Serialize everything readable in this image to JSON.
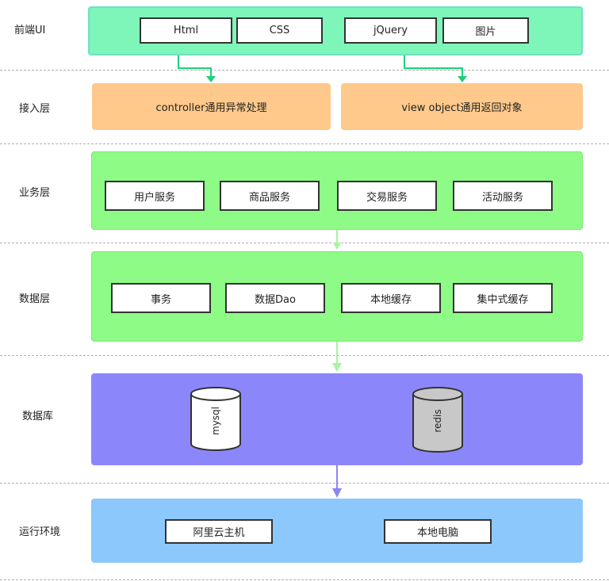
{
  "layers": {
    "frontend": {
      "label": "前端UI",
      "items": [
        "Html",
        "CSS",
        "jQuery",
        "图片"
      ]
    },
    "access": {
      "label": "接入层",
      "items": [
        "controller通用异常处理",
        "view object通用返回对象"
      ]
    },
    "business": {
      "label": "业务层",
      "items": [
        "用户服务",
        "商品服务",
        "交易服务",
        "活动服务"
      ]
    },
    "data": {
      "label": "数据层",
      "items": [
        "事务",
        "数据Dao",
        "本地缓存",
        "集中式缓存"
      ]
    },
    "database": {
      "label": "数据库",
      "items": [
        "mysql",
        "redis"
      ]
    },
    "runtime": {
      "label": "运行环境",
      "items": [
        "阿里云主机",
        "本地电脑"
      ]
    }
  },
  "colors": {
    "frontend_panel": "#7ef5b9",
    "access_panel": "#fec98a",
    "business_panel": "#8dfb86",
    "data_panel": "#8dfb86",
    "database_panel": "#8b87fb",
    "runtime_panel": "#8cc8fb",
    "arrow_green": "#1fd07a",
    "arrow_lightgreen": "#a6f59f",
    "arrow_purple": "#8a86f5",
    "redis_fill": "#c8c8c8"
  }
}
